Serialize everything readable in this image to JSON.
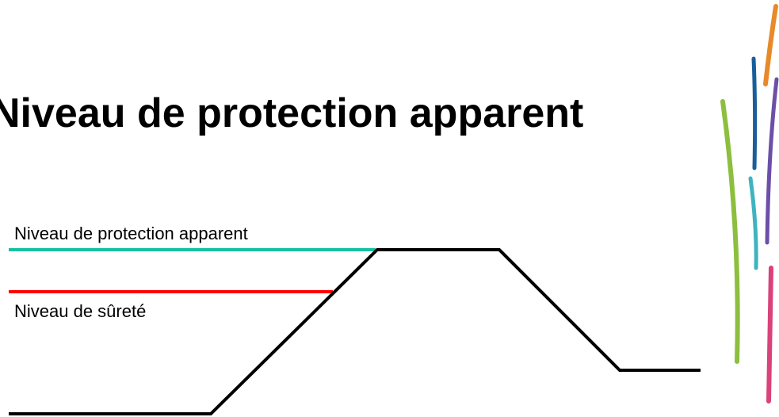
{
  "slide": {
    "title": "Niveau de protection apparent"
  },
  "diagram": {
    "labels": {
      "apparent": "Niveau de protection apparent",
      "surete": "Niveau de sûreté"
    },
    "colors": {
      "apparent_line": "#16c1a0",
      "surete_line": "#ff0000",
      "profile_line": "#000000"
    }
  },
  "decoration": {
    "stroke_colors": [
      "#e8892a",
      "#1a5e9a",
      "#6b4fa8",
      "#8cbf3f",
      "#3fb3c0",
      "#d9427a"
    ]
  }
}
